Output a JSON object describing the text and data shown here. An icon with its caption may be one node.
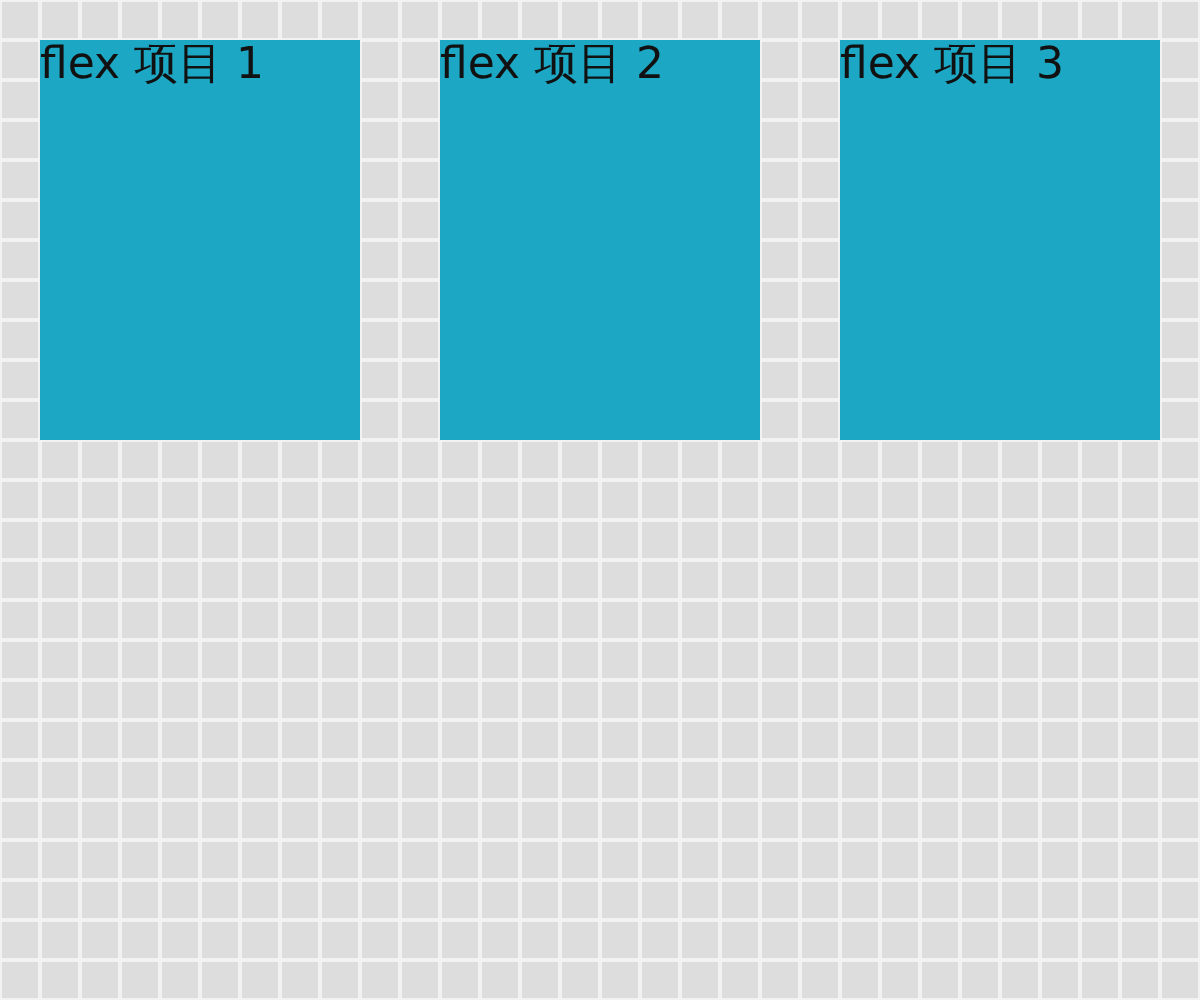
{
  "diagram": {
    "nodes": [
      {
        "text": [
          "flex 项目 1"
        ]
      },
      {
        "text": [
          "flex 项目 2"
        ]
      },
      {
        "text": [
          "flex 项目 3"
        ]
      }
    ]
  }
}
